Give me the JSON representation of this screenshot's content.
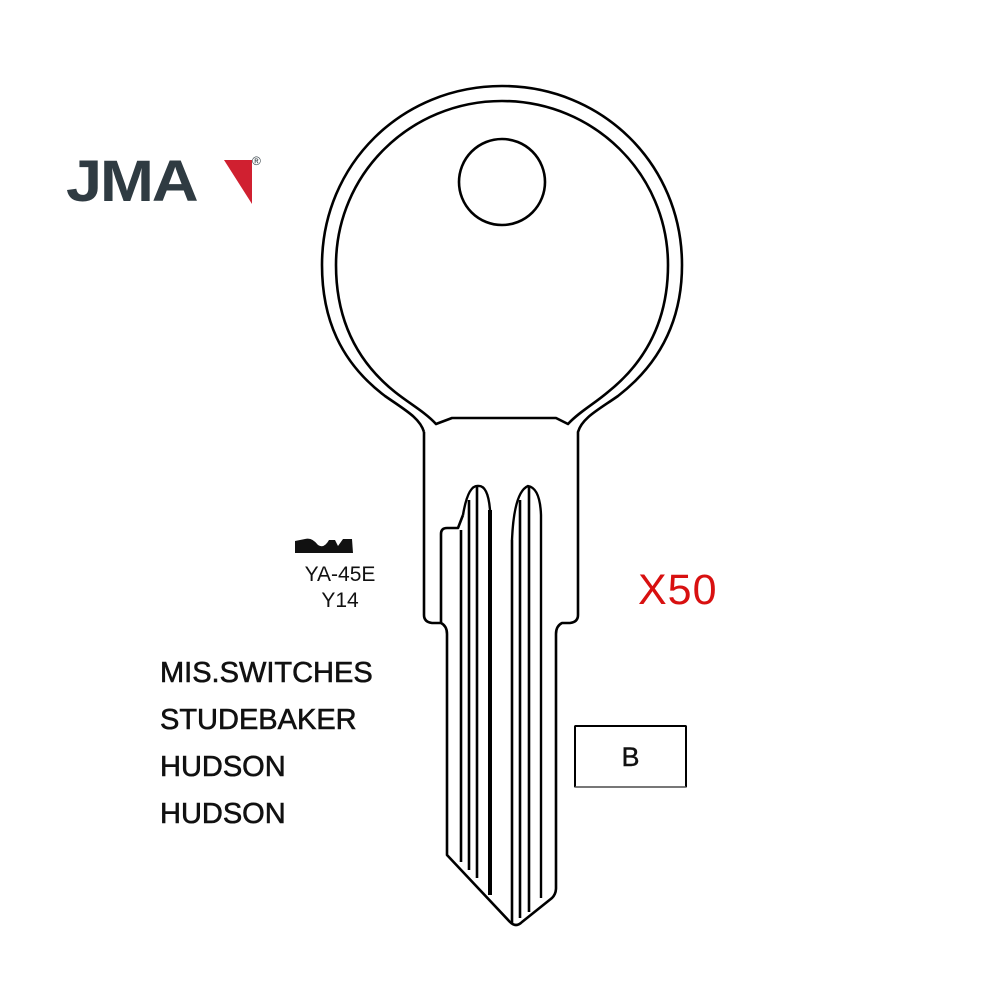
{
  "brand": {
    "logo_text": "JMA",
    "registered_mark": "®",
    "logo_color": "#2f3b42",
    "logo_accent_color": "#d02030"
  },
  "key_blank": {
    "profile_icon": "key-profile-icon",
    "reference": "YA-45E",
    "cross_reference": "Y14",
    "side_marking": "B",
    "quantity": "X50",
    "quantity_color": "#d81010"
  },
  "applications": [
    "MIS.SWITCHES",
    "STUDEBAKER",
    "HUDSON",
    "HUDSON"
  ]
}
